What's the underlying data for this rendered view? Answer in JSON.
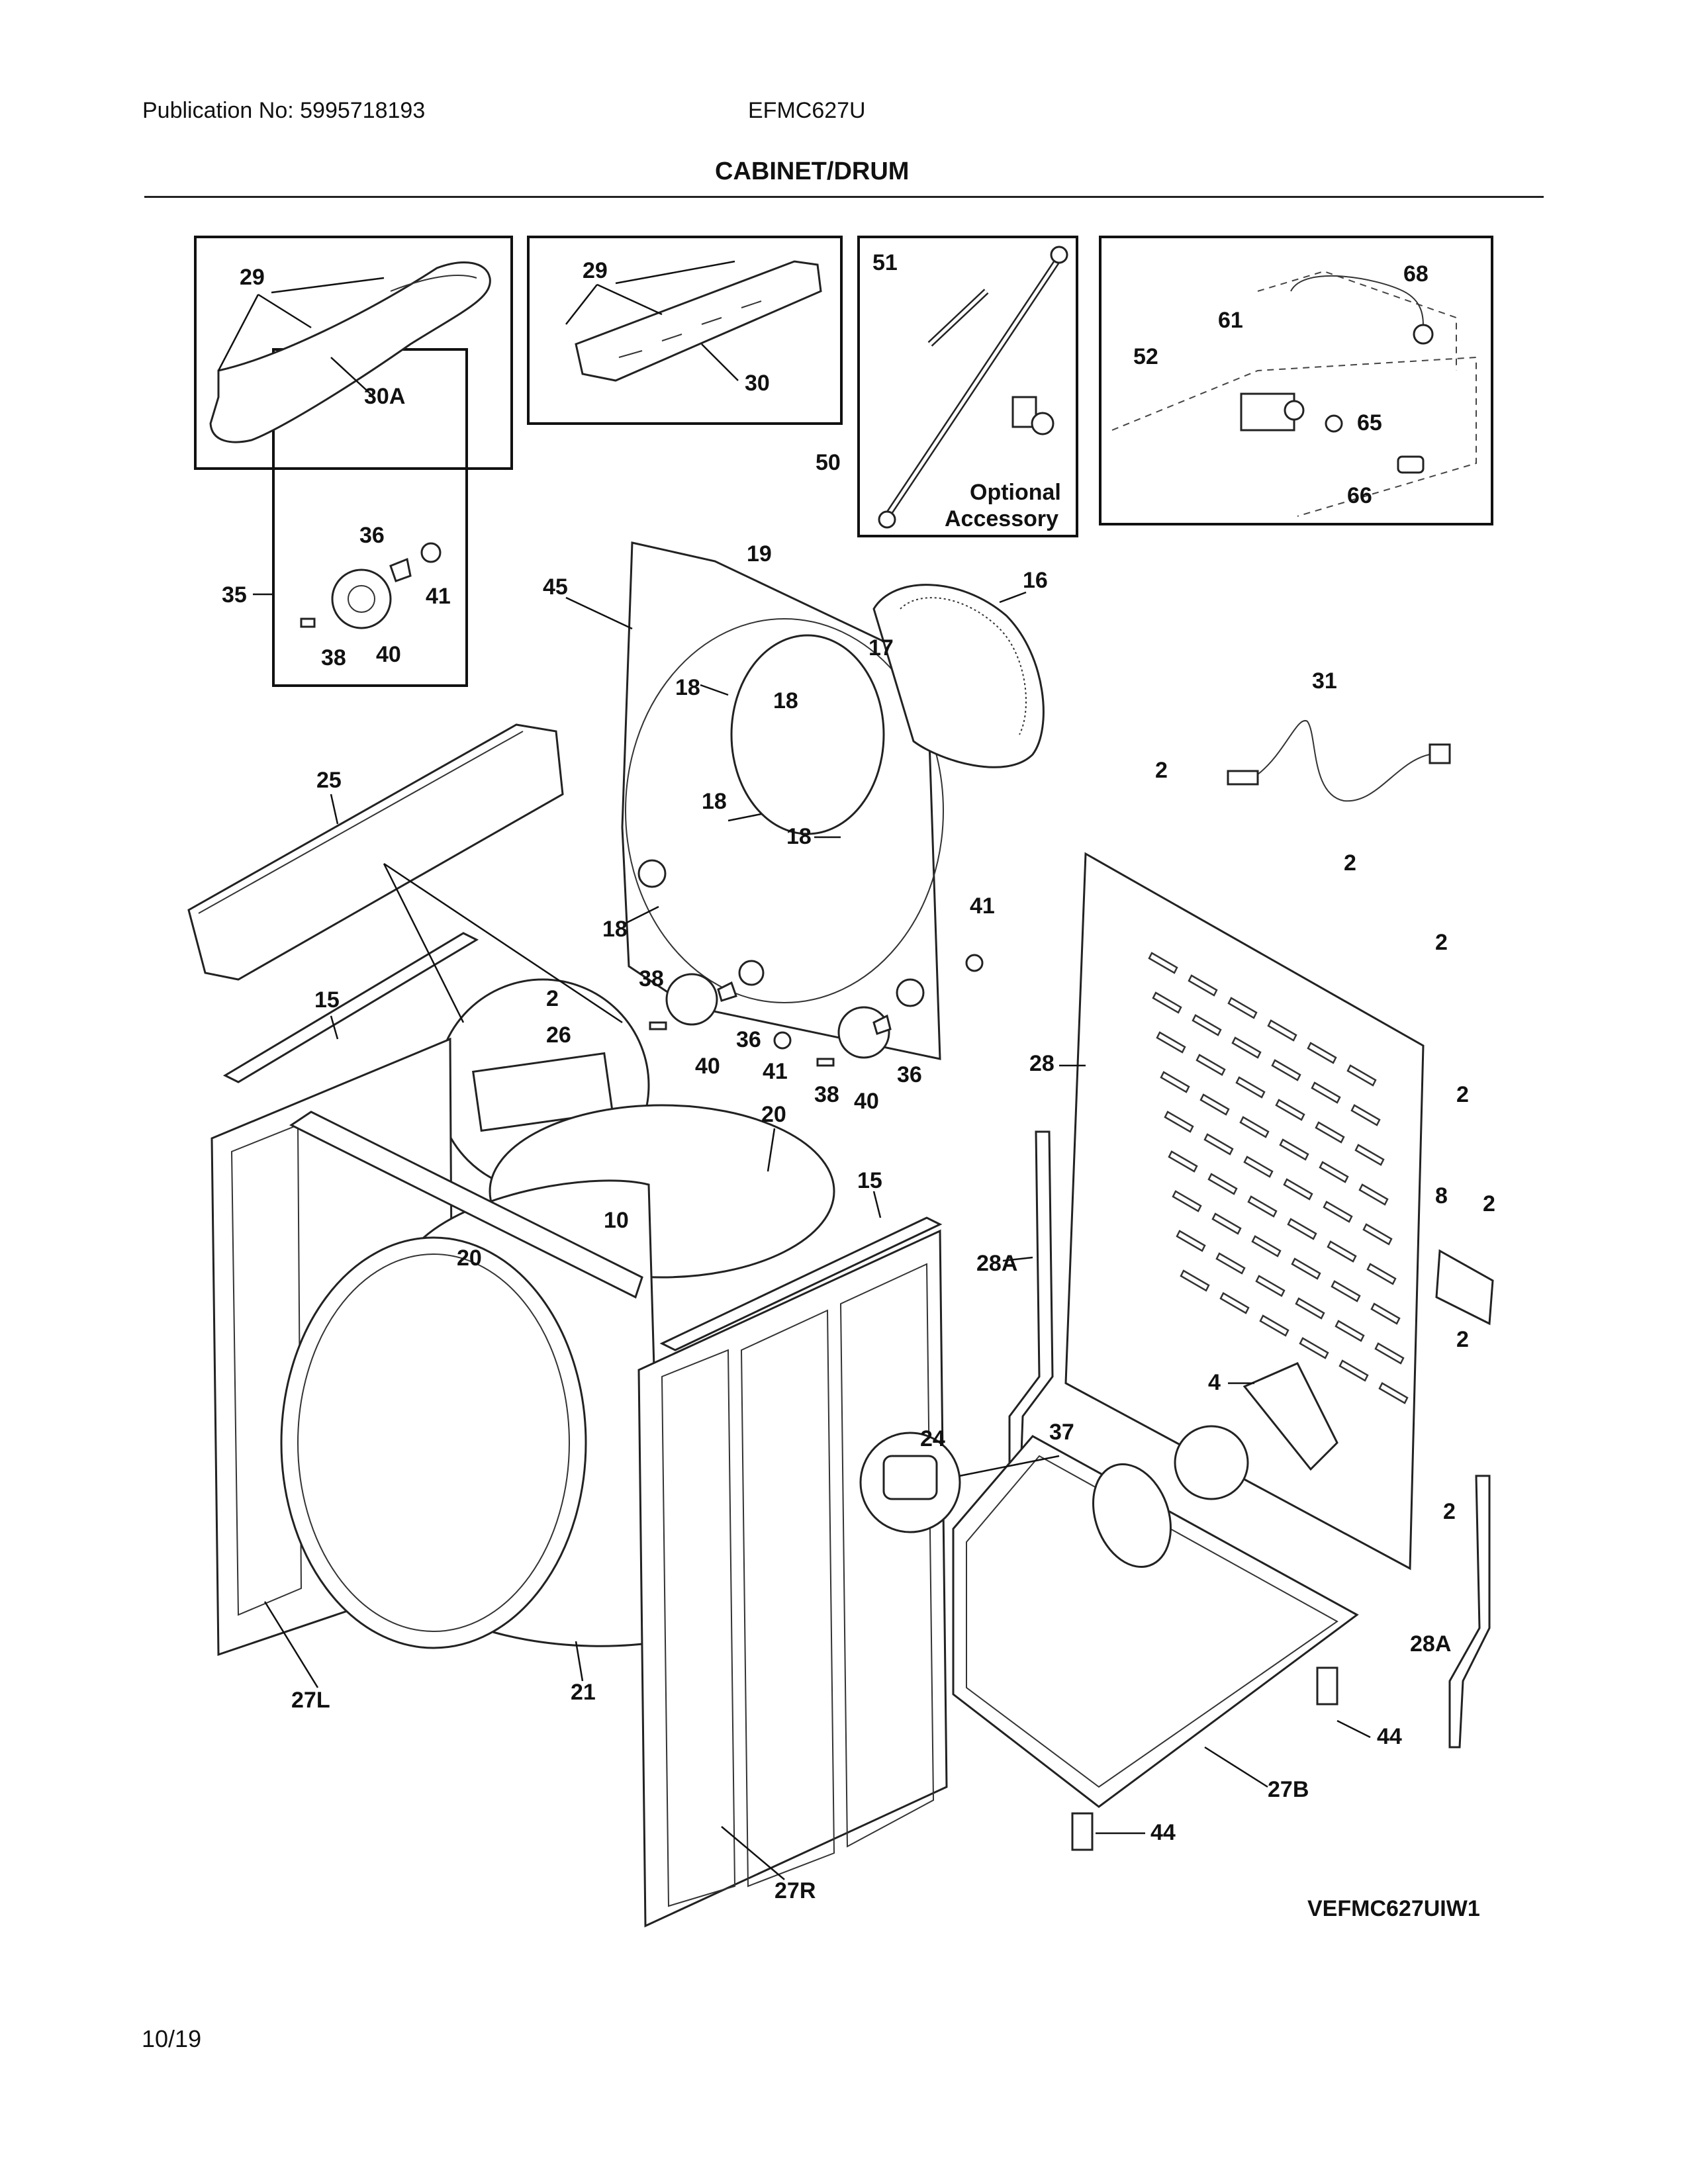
{
  "header": {
    "publication": "Publication No: 5995718193",
    "model": "EFMC627U",
    "section_title": "CABINET/DRUM"
  },
  "footer": {
    "date": "10/19",
    "figure_id": "VEFMC627UIW1"
  },
  "inset_optional": {
    "line1": "Optional",
    "line2": "Accessory"
  },
  "callouts": {
    "c29a": "29",
    "c30A": "30A",
    "c29b": "29",
    "c30": "30",
    "c51": "51",
    "c68": "68",
    "c61": "61",
    "c52": "52",
    "c65": "65",
    "c66": "66",
    "c36a": "36",
    "c35": "35",
    "c41a": "41",
    "c38a": "38",
    "c40a": "40",
    "c50": "50",
    "c19": "19",
    "c45": "45",
    "c16": "16",
    "c17": "17",
    "c18a": "18",
    "c18b": "18",
    "c18c": "18",
    "c18d": "18",
    "c18e": "18",
    "c31": "31",
    "c25": "25",
    "c2a": "2",
    "c2b": "2",
    "c2c": "2",
    "c2d": "2",
    "c2e": "2",
    "c2f": "2",
    "c2g": "2",
    "c2h": "2",
    "c41b": "41",
    "c38b": "38",
    "c36b": "36",
    "c40b": "40",
    "c41c": "41",
    "c38c": "38",
    "c36c": "36",
    "c40c": "40",
    "c15a": "15",
    "c26": "26",
    "c28": "28",
    "c20a": "20",
    "c15b": "15",
    "c8": "8",
    "c10": "10",
    "c20b": "20",
    "c28Aa": "28A",
    "c4": "4",
    "c24": "24",
    "c37": "37",
    "c28Ab": "28A",
    "c27L": "27L",
    "c21": "21",
    "c44a": "44",
    "c27B": "27B",
    "c44b": "44",
    "c27R": "27R"
  }
}
